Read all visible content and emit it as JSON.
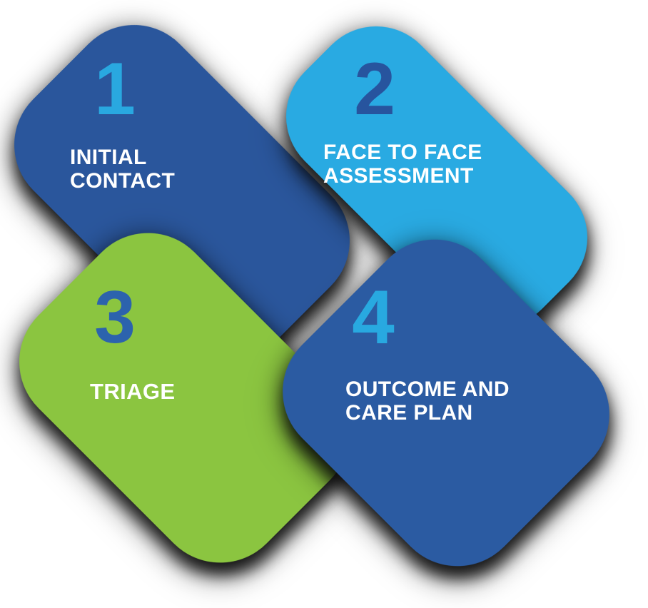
{
  "canvas": {
    "background": "#ffffff"
  },
  "palette": {
    "navy": "#2a569c",
    "navy_deep": "#2b5ba2",
    "light_blue": "#29aae2",
    "green": "#8bc540",
    "shadow": "#0a0a0a",
    "white": "#ffffff"
  },
  "steps": [
    {
      "number": "1",
      "title_lines": [
        "INITIAL",
        "CONTACT"
      ],
      "shape_color": "#2a569c",
      "number_color": "#29a8e0",
      "text_color": "#ffffff"
    },
    {
      "number": "2",
      "title_lines": [
        "FACE TO FACE",
        "ASSESSMENT"
      ],
      "shape_color": "#29aae2",
      "number_color": "#27549e",
      "text_color": "#ffffff"
    },
    {
      "number": "3",
      "title_lines": [
        "TRIAGE"
      ],
      "shape_color": "#8bc540",
      "number_color": "#2c63ad",
      "text_color": "#ffffff"
    },
    {
      "number": "4",
      "title_lines": [
        "OUTCOME AND",
        "CARE PLAN"
      ],
      "shape_color": "#2b5ba2",
      "number_color": "#28a9e0",
      "text_color": "#ffffff"
    }
  ]
}
